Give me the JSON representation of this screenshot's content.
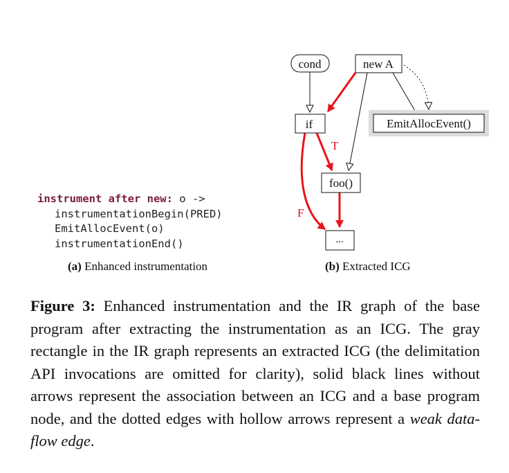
{
  "code": {
    "keyword": "instrument after new:",
    "header_rest": " o ->",
    "line1": "instrumentationBegin(PRED)",
    "line2": "EmitAllocEvent(o)",
    "line3": "instrumentationEnd()"
  },
  "subcaptions": {
    "a_label": "(a)",
    "a_text": " Enhanced instrumentation",
    "b_label": "(b)",
    "b_text": " Extracted ICG"
  },
  "graph": {
    "nodes": {
      "cond": "cond",
      "new_a": "new A",
      "if": "if",
      "emit": "EmitAllocEvent()",
      "foo": "foo()",
      "ellipsis": "..."
    },
    "edge_labels": {
      "t": "T",
      "f": "F"
    },
    "colors": {
      "red_edge": "#e8141a",
      "gray_box": "#dcdcdc"
    }
  },
  "figure_caption": {
    "label": "Figure 3:",
    "text": " Enhanced instrumentation and the IR graph of the base program after extracting the instrumentation as an ICG. The gray rectangle in the IR graph represents an extracted ICG (the delimitation API invocations are omitted for clarity), solid black lines without arrows represent the association between an ICG and a base program node, and the dotted edges with hollow arrows represent a ",
    "emphasis": "weak data-flow edge",
    "end": "."
  }
}
